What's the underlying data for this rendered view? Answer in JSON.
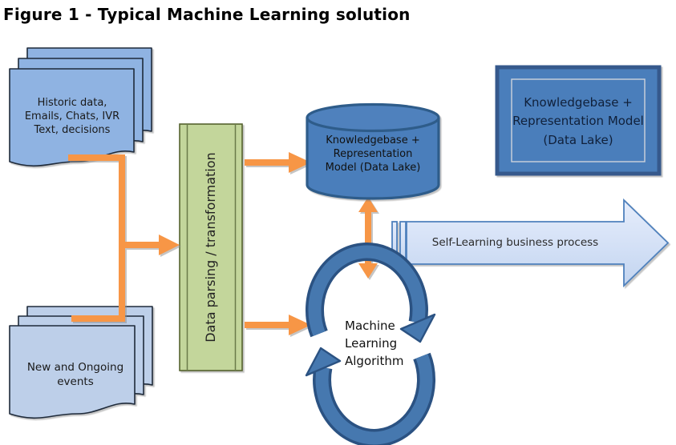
{
  "title": "Figure 1 - Typical Machine Learning solution",
  "nodes": {
    "historic_docs": {
      "label": "Historic data,\nEmails, Chats, IVR\nText, decisions"
    },
    "new_events_docs": {
      "label": "New and Ongoing\nevents"
    },
    "parser_box": {
      "label": "Data parsing / transformation"
    },
    "kb_cylinder": {
      "label": "Knowledgebase +\nRepresentation\nModel (Data Lake)"
    },
    "kb_box": {
      "label": "Knowledgebase +\nRepresentation Model\n(Data Lake)"
    },
    "process_arrow": {
      "label": "Self-Learning business process"
    },
    "ml_cycle": {
      "label": "Machine\nLearning\nAlgorithm"
    }
  },
  "colors": {
    "connector_orange": "#F79646",
    "parser_green_fill": "#C3D69B",
    "parser_green_border": "#55622F",
    "historic_doc_fill": "#8FB3E2",
    "events_doc_fill": "#BDCFE9",
    "doc_border": "#1E2A3A",
    "solid_shape_blue": "#4A7EBB",
    "shape_border_blue": "#2E5C8A",
    "cycle_arrow_fill": "#4678AF",
    "cycle_arrow_border": "#2B5282",
    "process_arrow_fill": "#CEDDF5",
    "process_arrow_border": "#4F81BD"
  }
}
